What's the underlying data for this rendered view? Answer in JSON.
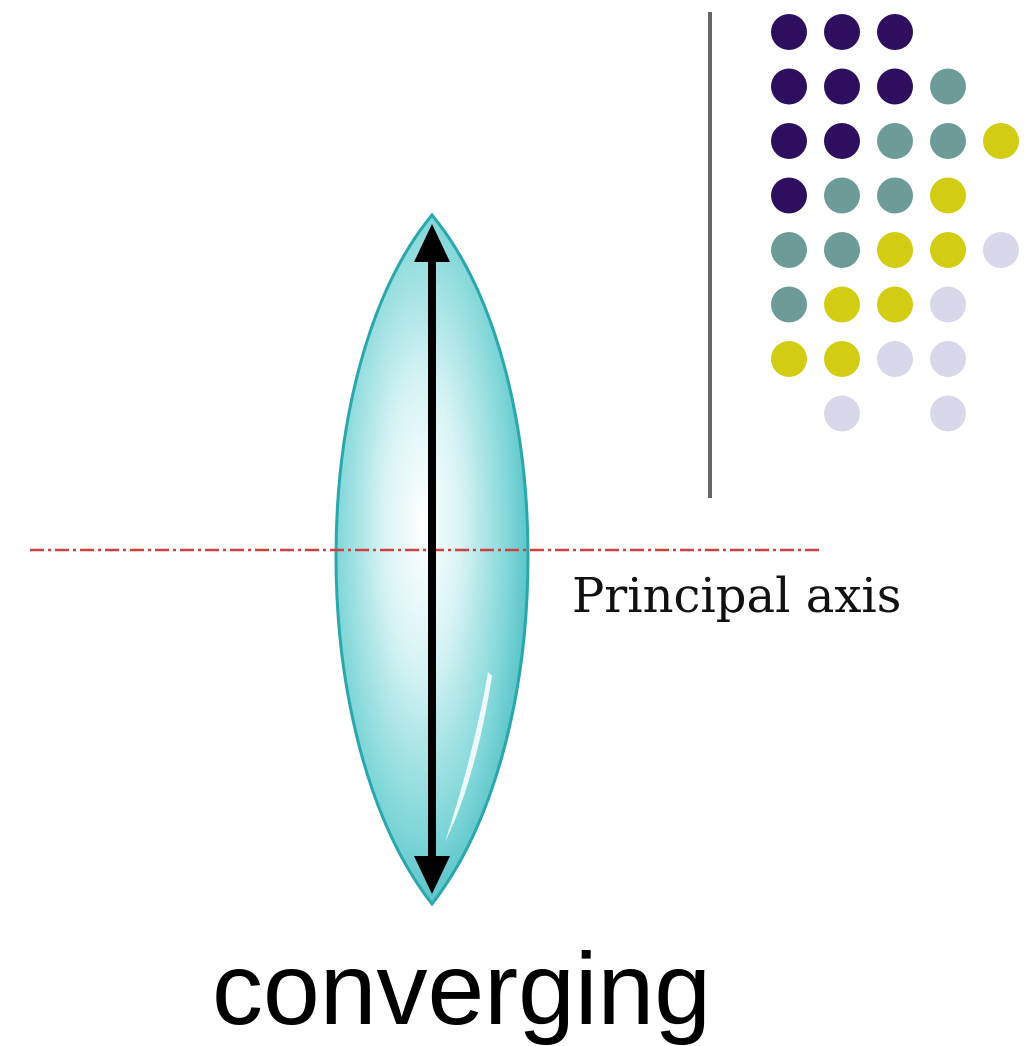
{
  "diagram": {
    "axis_label": "Principal axis",
    "lens_caption": "converging"
  },
  "colors": {
    "lens_fill": "#5fc8cc",
    "lens_edge": "#2aa7ad",
    "axis_line": "#d04040",
    "arrow": "#000000",
    "divider": "#666666"
  },
  "decoration_dots": {
    "palette": [
      "#2e0f5f",
      "#6d9c98",
      "#d2cd13",
      "#d8d8ea"
    ],
    "rows": [
      [
        0,
        0,
        0,
        null,
        null
      ],
      [
        0,
        0,
        0,
        1,
        null
      ],
      [
        0,
        0,
        1,
        1,
        2
      ],
      [
        0,
        1,
        1,
        2,
        null
      ],
      [
        1,
        1,
        2,
        2,
        3
      ],
      [
        1,
        2,
        2,
        3,
        null
      ],
      [
        2,
        2,
        3,
        3,
        null
      ],
      [
        null,
        3,
        null,
        3,
        null
      ]
    ]
  }
}
